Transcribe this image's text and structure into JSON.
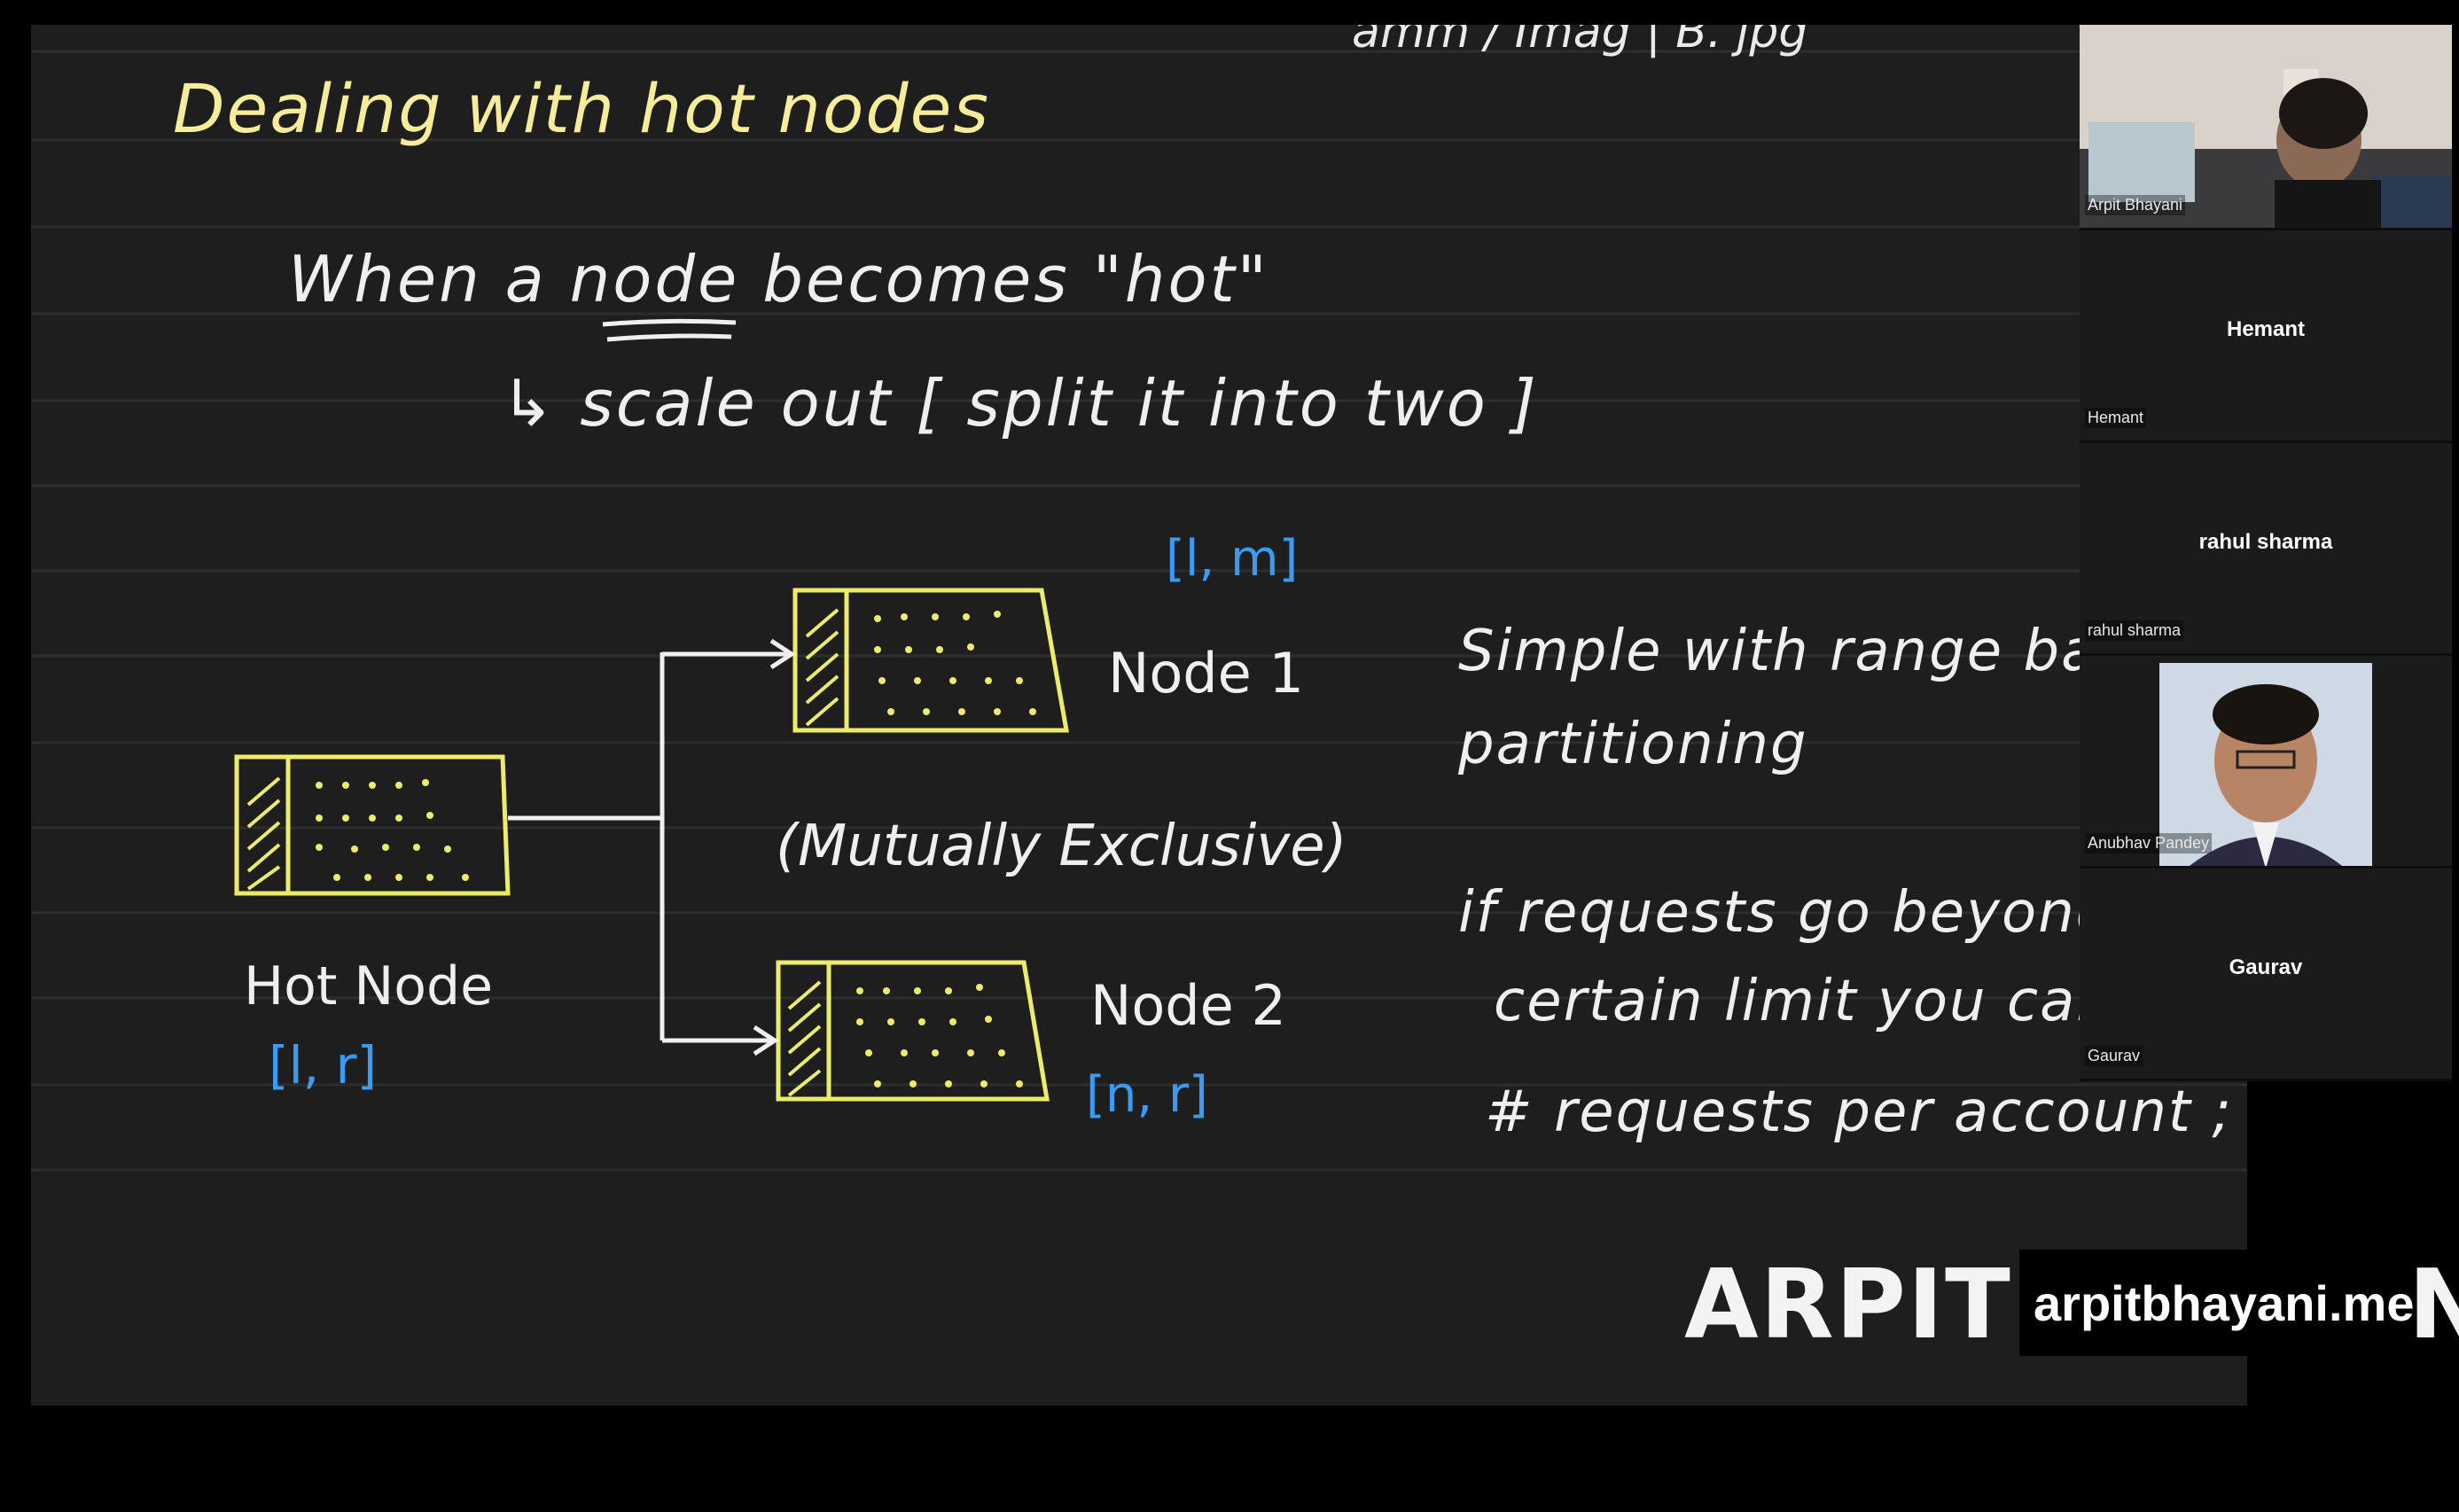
{
  "whiteboard": {
    "title": "Dealing with hot nodes",
    "top_scribble": "amm / Imag | B. jpg",
    "line1": "When a node becomes \"hot\"",
    "line2": "↳ scale out [ split it into two ]",
    "hot_node_label": "Hot Node",
    "hot_node_range": "[l, r]",
    "node1_label": "Node 1",
    "node1_range": "[l, m]",
    "node2_label": "Node 2",
    "node2_range": "[n, r]",
    "mutual_note": "(Mutually Exclusive)",
    "notes": [
      "Simple with range ba",
      "partitioning",
      "if requests go beyond a",
      "certain limit you can",
      "# requests per account ;"
    ],
    "watermark": "ARPIT BHAYANI",
    "url": "arpitbhayani.me",
    "colors": {
      "board": "#1e1e1e",
      "title": "#f6ec9a",
      "node_outline": "#ecec6a",
      "range_text": "#3a9bf5",
      "ink": "#efefef"
    }
  },
  "participants": [
    {
      "name": "Arpit Bhayani",
      "video": true
    },
    {
      "name": "Hemant",
      "video": false
    },
    {
      "name": "rahul sharma",
      "video": false
    },
    {
      "name": "Anubhav Pandey",
      "video": true
    },
    {
      "name": "Gaurav",
      "video": false
    }
  ]
}
